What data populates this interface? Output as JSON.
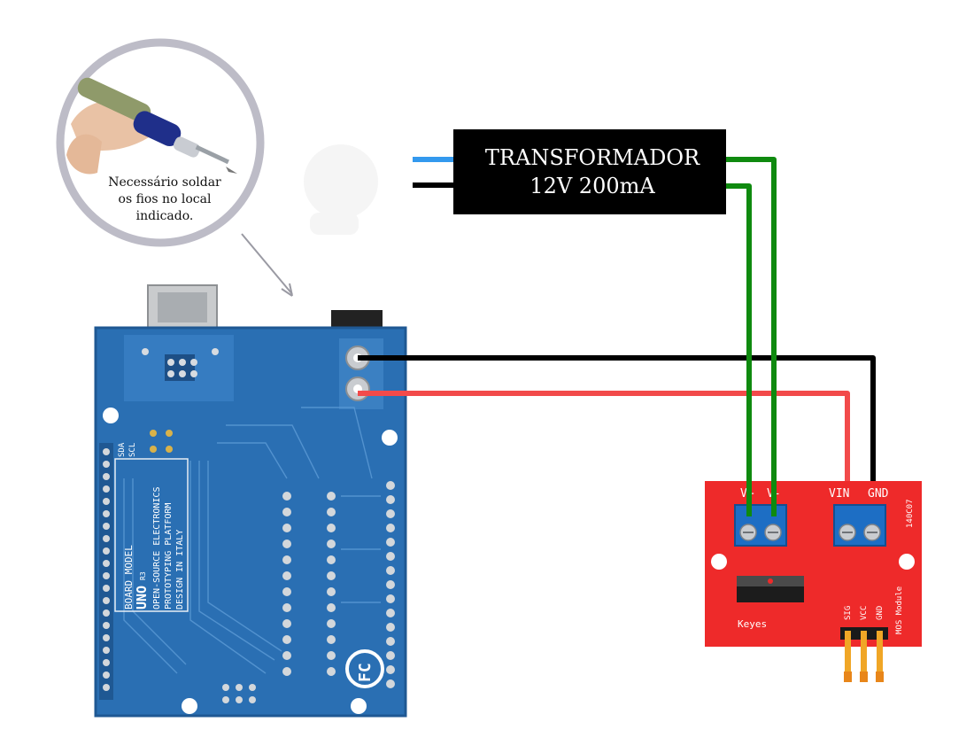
{
  "callout": {
    "line1": "Necessário soldar",
    "line2": "os fios no local",
    "line3": "indicado."
  },
  "transformer": {
    "line1": "TRANSFORMADOR",
    "line2": "12V 200mA"
  },
  "arduino": {
    "board_model": "BOARD MODEL",
    "model": "UNO",
    "revision": "R3",
    "tag1": "OPEN-SOURCE   ELECTRONICS",
    "tag2": "PROTOTYPING   PLATFORM",
    "tag3": "DESIGN IN ITALY",
    "sda": "SDA",
    "scl": "SCL",
    "fc_mark": "FC"
  },
  "mos_module": {
    "label_v_plus": "V+",
    "label_v_minus": "V-",
    "label_vin": "VIN",
    "label_gnd": "GND",
    "chip_code": "140C07",
    "brand": "Keyes",
    "name": "MOS Module",
    "pin_sig": "SIG",
    "pin_vcc": "VCC",
    "pin_gnd": "GND"
  },
  "colors": {
    "board_blue": "#2a6fb3",
    "module_red": "#ee2a2a",
    "wire_green": "#0f8a0f",
    "wire_black": "#000000",
    "wire_red": "#f24a4a",
    "wire_blue": "#3399ee",
    "transformer_body": "#000000",
    "callout_ring": "#bdbcc7"
  }
}
